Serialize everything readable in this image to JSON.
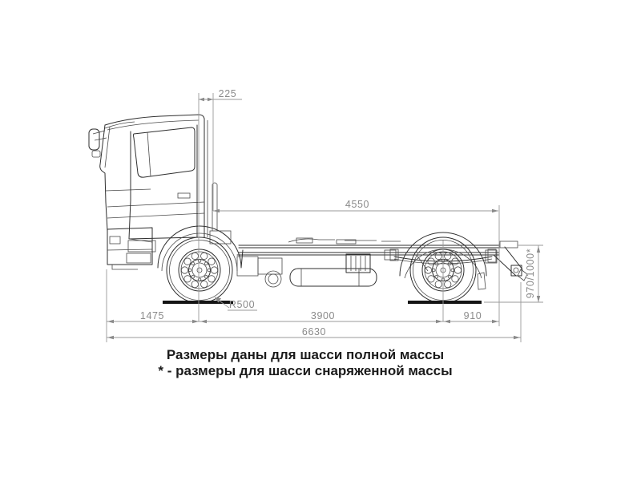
{
  "drawing": {
    "subject": "truck chassis side view technical drawing",
    "dimensions": {
      "cab_gap": "225",
      "frame_mount_length": "4550",
      "front_overhang": "1475",
      "wheelbase": "3900",
      "rear_axle_to_frame_end": "910",
      "overall_length": "6630",
      "wheel_radius": "R500",
      "frame_height_over_ground": "970/1000*"
    },
    "notes": {
      "line1": "Размеры даны для шасси полной массы",
      "line2": "* - размеры для шасси снаряженной массы"
    },
    "colors": {
      "drawing_line": "#2f2f2f",
      "dimension": "#8a8a8a",
      "ground": "#141414"
    }
  }
}
